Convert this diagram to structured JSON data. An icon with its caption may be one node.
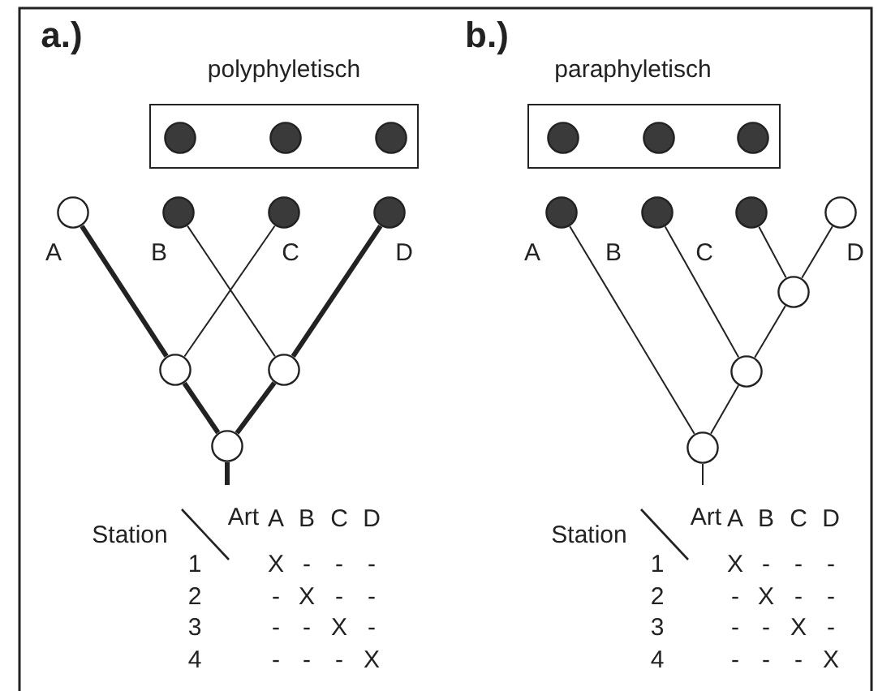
{
  "diagram": {
    "nodes": [
      {
        "text": [],
        "shape": "box"
      },
      {
        "text": [],
        "shape": "dot",
        "in": 0
      },
      {
        "text": [],
        "shape": "dot",
        "in": 0
      },
      {
        "text": [],
        "shape": "dot",
        "in": 0
      },
      {
        "text": [],
        "shape": "circle",
        "beside": [
          "A"
        ]
      },
      {
        "text": [],
        "shape": "dot",
        "beside": [
          "B"
        ]
      },
      {
        "text": [],
        "shape": "dot",
        "beside": [
          "C"
        ]
      },
      {
        "text": [],
        "shape": "dot",
        "beside": [
          "D"
        ]
      },
      {
        "text": [],
        "shape": "circle"
      },
      {
        "text": [],
        "shape": "circle"
      },
      {
        "text": [],
        "shape": "circle"
      },
      {
        "text": [],
        "shape": "box"
      },
      {
        "text": [],
        "shape": "dot",
        "in": 11
      },
      {
        "text": [],
        "shape": "dot",
        "in": 11
      },
      {
        "text": [],
        "shape": "dot",
        "in": 11
      },
      {
        "text": [],
        "shape": "dot",
        "beside": [
          "A"
        ]
      },
      {
        "text": [],
        "shape": "dot",
        "beside": [
          "B"
        ]
      },
      {
        "text": [],
        "shape": "dot",
        "beside": [
          "C"
        ]
      },
      {
        "text": [],
        "shape": "circle",
        "beside": [
          "D"
        ]
      },
      {
        "text": [],
        "shape": "circle"
      },
      {
        "text": [],
        "shape": "circle"
      },
      {
        "text": [],
        "shape": "circle"
      }
    ],
    "edges": [
      {
        "from": 4,
        "to": 8,
        "arrow": "none",
        "style": "thick"
      },
      {
        "from": 8,
        "to": 10,
        "arrow": "none",
        "style": "thick"
      },
      {
        "from": 6,
        "to": 8,
        "arrow": "none"
      },
      {
        "from": 5,
        "to": 9,
        "arrow": "none"
      },
      {
        "from": 7,
        "to": 9,
        "arrow": "none",
        "style": "thick"
      },
      {
        "from": 9,
        "to": 10,
        "arrow": "none",
        "style": "thick"
      },
      {
        "from": 10,
        "to": null,
        "arrow": "none",
        "style": "thick"
      },
      {
        "from": 15,
        "to": 21,
        "arrow": "none"
      },
      {
        "from": 16,
        "to": 20,
        "arrow": "none"
      },
      {
        "from": 17,
        "to": 19,
        "arrow": "none"
      },
      {
        "from": 18,
        "to": 19,
        "arrow": "none"
      },
      {
        "from": 19,
        "to": 20,
        "arrow": "none"
      },
      {
        "from": 20,
        "to": 21,
        "arrow": "none"
      },
      {
        "from": 21,
        "to": null,
        "arrow": "none"
      }
    ],
    "labels": [
      "a.)",
      "polyphyletisch",
      "b.)",
      "paraphyletisch",
      "Station",
      "Art",
      "A",
      "B",
      "C",
      "D",
      "1",
      "X",
      "-",
      "-",
      "-",
      "2",
      "-",
      "X",
      "-",
      "-",
      "3",
      "-",
      "-",
      "X",
      "-",
      "4",
      "-",
      "-",
      "-",
      "X",
      "Station",
      "Art",
      "A",
      "B",
      "C",
      "D",
      "1",
      "X",
      "-",
      "-",
      "-",
      "2",
      "-",
      "X",
      "-",
      "-",
      "3",
      "-",
      "-",
      "X",
      "-",
      "4",
      "-",
      "-",
      "-",
      "X"
    ]
  }
}
